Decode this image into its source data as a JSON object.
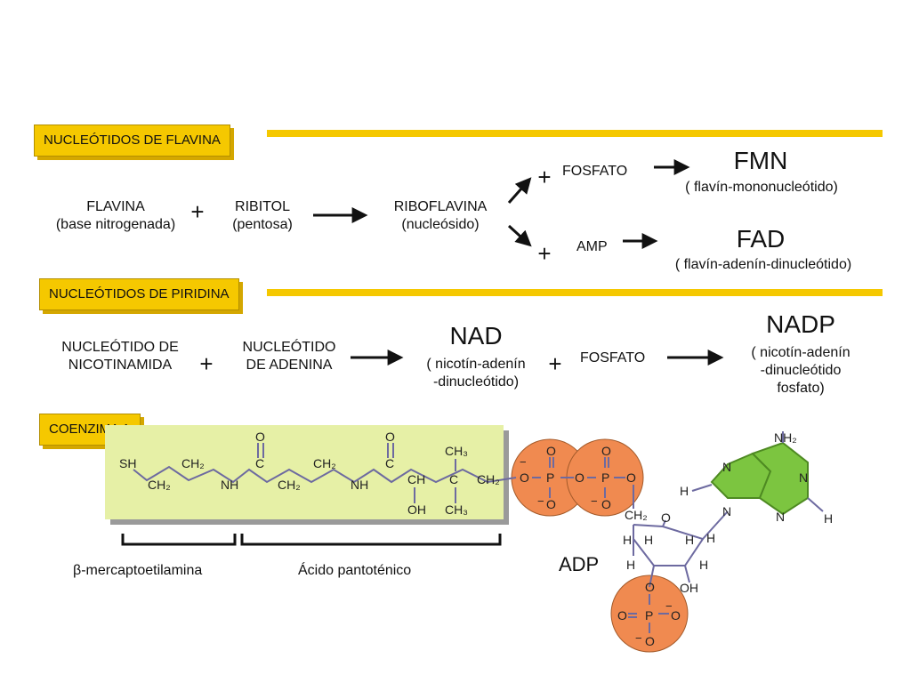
{
  "flavina": {
    "header": "NUCLEÓTIDOS DE FLAVINA",
    "flavina": "FLAVINA",
    "flavina_sub": "(base nitrogenada)",
    "ribitol": "RIBITOL",
    "ribitol_sub": "(pentosa)",
    "riboflavina": "RIBOFLAVINA",
    "riboflavina_sub": "(nucleósido)",
    "fosfato": "FOSFATO",
    "amp": "AMP",
    "fmn": "FMN",
    "fmn_sub": "( flavín-mononucleótido)",
    "fad": "FAD",
    "fad_sub": "( flavín-adenín-dinucleótido)",
    "plus": "+"
  },
  "piridina": {
    "header": "NUCLEÓTIDOS DE PIRIDINA",
    "nicotinamida_1": "NUCLEÓTIDO DE",
    "nicotinamida_2": "NICOTINAMIDA",
    "adenina_1": "NUCLEÓTIDO",
    "adenina_2": "DE ADENINA",
    "nad": "NAD",
    "nad_sub_1": "( nicotín-adenín",
    "nad_sub_2": "-dinucleótido)",
    "fosfato": "FOSFATO",
    "nadp": "NADP",
    "nadp_sub_1": "( nicotín-adenín",
    "nadp_sub_2": "-dinucleótido",
    "nadp_sub_3": "fosfato)",
    "plus": "+"
  },
  "coenzima": {
    "header": "COENZIMA A",
    "mercapto": "β-mercaptoetilamina",
    "pantotenico": "Ácido pantoténico",
    "adp": "ADP",
    "chain": {
      "sh": "SH",
      "ch2": "CH₂",
      "nh": "NH",
      "c": "C",
      "o": "O",
      "ch": "CH",
      "oh": "OH",
      "ch3": "CH₃",
      "p": "P",
      "h": "H",
      "n": "N",
      "nh2": "NH₂",
      "minus": "−"
    }
  },
  "colors": {
    "header_fill": "#f5c800",
    "chain_box": "#e6f0a6",
    "phosphate": "#f08a50",
    "adenine": "#7cc540",
    "bond": "#6d6aa0"
  }
}
